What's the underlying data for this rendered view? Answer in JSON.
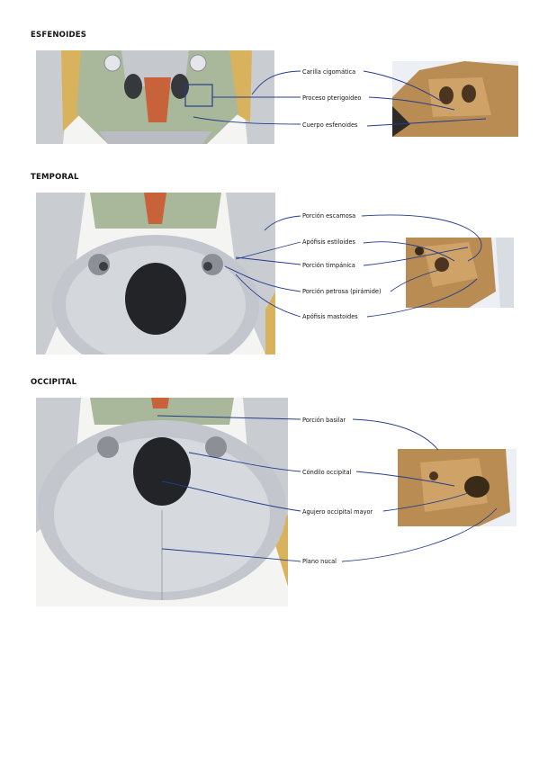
{
  "sections": [
    {
      "title": "ESFENOIDES",
      "labels": [
        "Carilla cigomática",
        "Proceso pterigoideo",
        "Cuerpo esfenoides"
      ]
    },
    {
      "title": "TEMPORAL",
      "labels": [
        "Porción escamosa",
        "Apófisis estiloides",
        "Porción timpánica",
        "Porción petrosa (pirámide)",
        "Apófisis mastoides"
      ]
    },
    {
      "title": "OCCIPITAL",
      "labels": [
        "Porción basilar",
        "Cóndilo occipital",
        "Agujero occipital mayor",
        "Plano nucal"
      ]
    }
  ],
  "colors": {
    "line": "#233d8c",
    "bone_grey": "#b9bcc2",
    "bone_green": "#a9b79a",
    "bone_orange": "#c8623a",
    "bone_tan": "#d9b25e",
    "photo_bone": "#b88c52",
    "photo_bg": "#eceff3"
  }
}
